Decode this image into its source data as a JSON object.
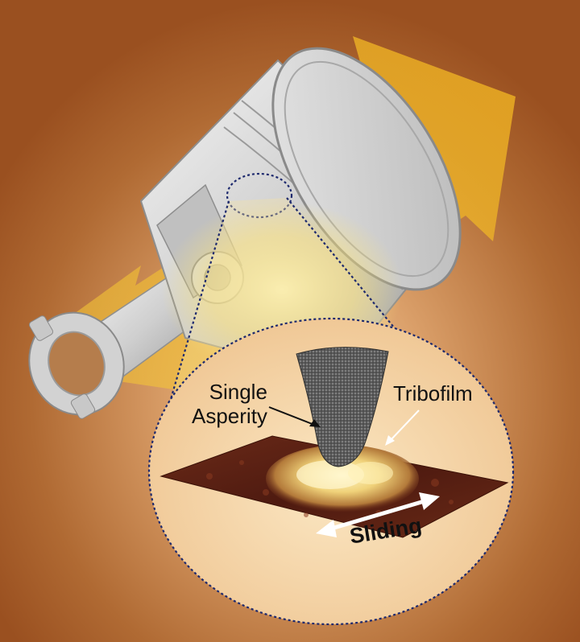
{
  "labels": {
    "single_line1": "Single",
    "single_line2": "Asperity",
    "tribofilm": "Tribofilm",
    "sliding": "Sliding"
  },
  "colors": {
    "background_center": "#f3c89a",
    "background_edge": "#9c5522",
    "arrow": "#f0b428",
    "piston_metal": "#d6d6d6",
    "callout_outline": "#1e2a6e",
    "surface_dark": "#5a1f12",
    "film_highlight": "#fff2b0"
  },
  "icons": {
    "piston": "piston-rod-illustration",
    "motion_arrow": "double-headed-arrow",
    "tip": "afm-tip"
  }
}
